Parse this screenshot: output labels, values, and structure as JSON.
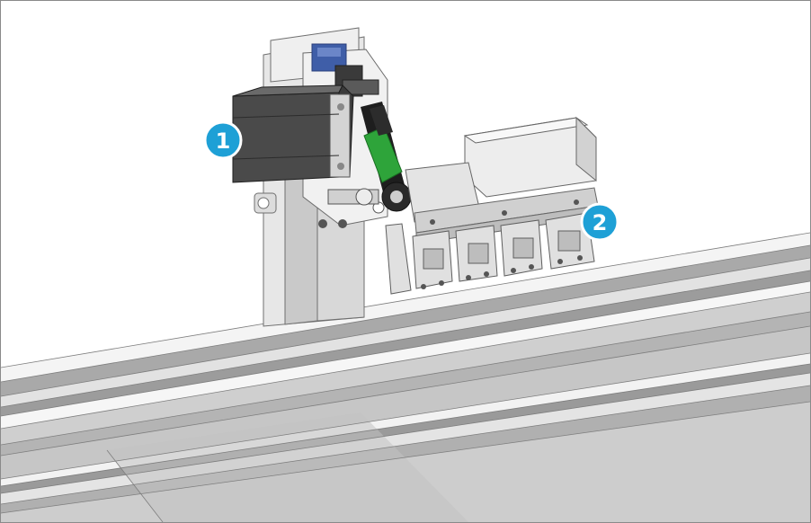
{
  "callouts": [
    {
      "label": "1",
      "part": "stepper-motor"
    },
    {
      "label": "2",
      "part": "gripper-assembly"
    }
  ],
  "colors": {
    "callout_fill": "#1ea0d6",
    "callout_ring": "#ffffff",
    "motor_body": "#4a4a4a",
    "belt_accent": "#2ea43a",
    "bracket_blue": "#3f5ea8",
    "rail_light": "#d2d2d2",
    "rail_dark": "#8e8e8e",
    "column_face": "#c9c9c9"
  }
}
